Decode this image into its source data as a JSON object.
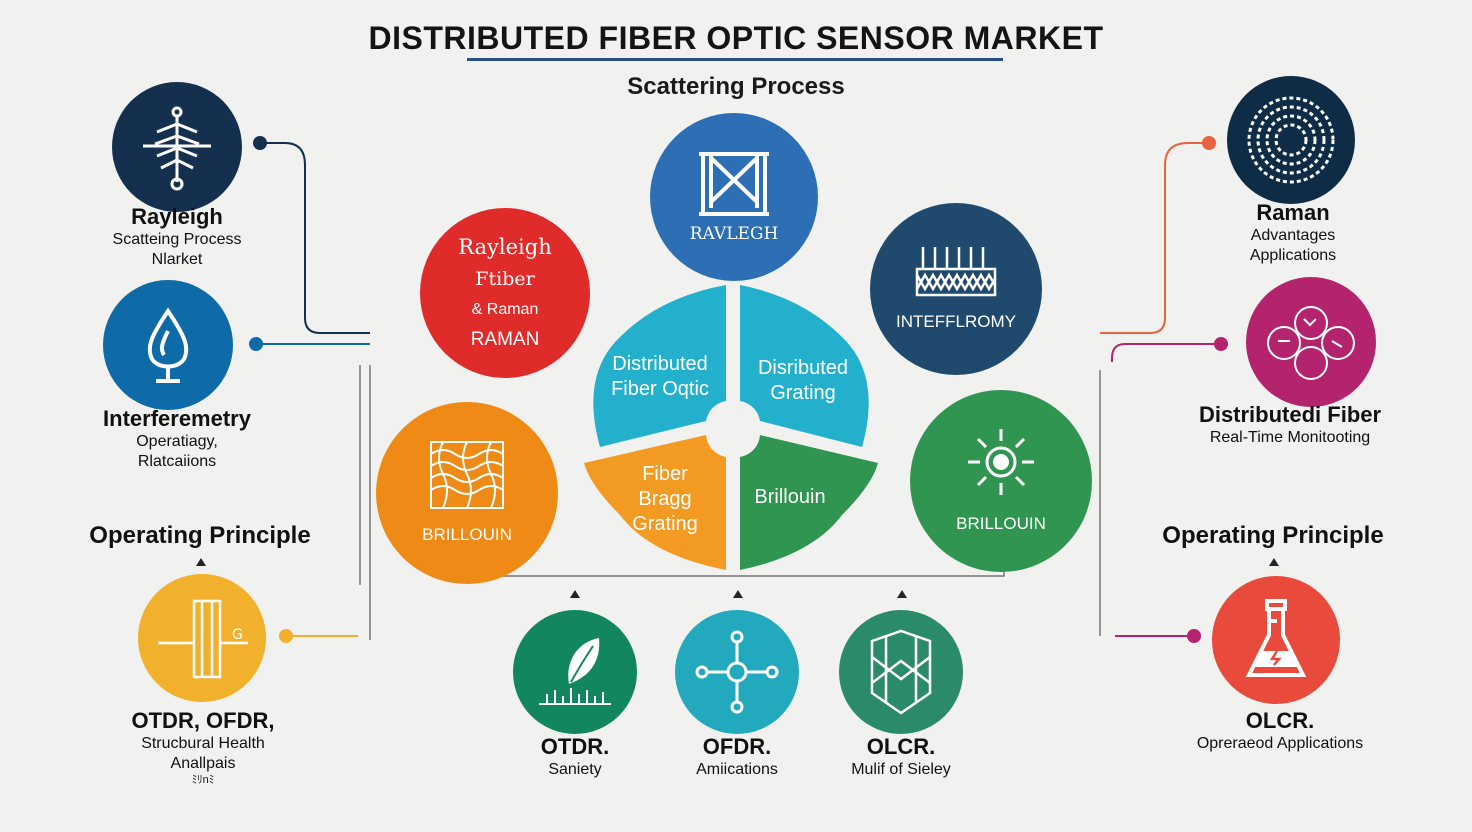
{
  "title": "DISTRIBUTED FIBER OPTIC SENSOR MARKET",
  "subtitle": "Scattering Process",
  "left": {
    "rayleigh": {
      "heading": "Rayleigh",
      "line1": "Scatteing Process",
      "line2": "Nlarket",
      "icon": "fiber-node-icon",
      "color": "#15304f"
    },
    "interferometry": {
      "heading": "Interferemetry",
      "line1": "Operatiagy,",
      "line2": "Rlatcaiions",
      "icon": "drop-icon",
      "color": "#0f6aa8"
    },
    "operating_principle": "Operating Principle",
    "otdr": {
      "heading": "OTDR, OFDR,",
      "line1": "Strucbural Health",
      "line2": "Anallpais",
      "line3": "ﾐﾘnﾐ",
      "icon": "grating-bars-icon",
      "color": "#f2b12c"
    }
  },
  "right": {
    "raman": {
      "heading": "Raman",
      "line1": "Advantages",
      "line2": "Applications",
      "icon": "spiral-icon",
      "color": "#0f2c47"
    },
    "distributed_fiber": {
      "heading": "Distributedi Fiber",
      "line1": "Real-Time Monitooting",
      "icon": "cells-icon",
      "color": "#b4246e"
    },
    "operating_principle": "Operating Principle",
    "olcr": {
      "heading": "OLCR.",
      "line1": "Opreraeod Applications",
      "icon": "flask-icon",
      "color": "#e84b3c"
    }
  },
  "center": {
    "top_circle": {
      "label": "RAVLEGH",
      "icon": "frame-icon",
      "color": "#2d6fb4"
    },
    "red_circle": {
      "line1": "Rayleigh",
      "line2": "Ftiber",
      "line3": "& Raman",
      "line4": "RAMAN",
      "color": "#e02b2b"
    },
    "navy_circle": {
      "label": "INTEFFLROMY",
      "icon": "comb-icon",
      "color": "#1f4a6e"
    },
    "orange_circle": {
      "label": "BRILLOUIN",
      "icon": "mesh-icon",
      "color": "#ef8a16"
    },
    "green_circle": {
      "label": "BRILLOUIN",
      "icon": "sun-icon",
      "color": "#2f9550"
    },
    "segments": {
      "top_left": {
        "line1": "Distributed",
        "line2": "Fiber Oqtic",
        "color": "#23b0cc"
      },
      "top_right": {
        "line1": "Disributed",
        "line2": "Grating",
        "color": "#23b0cc"
      },
      "bottom_left": {
        "line1": "Fiber",
        "line2": "Bragg",
        "line3": "Grating",
        "color": "#f39a22"
      },
      "bottom_right": {
        "line1": "Brillouin",
        "color": "#2f9550"
      }
    }
  },
  "bottom": [
    {
      "heading": "OTDR.",
      "sub": "Saniety",
      "icon": "leaf-icon",
      "color": "#12875f"
    },
    {
      "heading": "OFDR.",
      "sub": "Amiications",
      "icon": "network-icon",
      "color": "#22a9bd"
    },
    {
      "heading": "OLCR.",
      "sub": "Mulif of Sieley",
      "icon": "shield-icon",
      "color": "#2a8a6a"
    }
  ]
}
